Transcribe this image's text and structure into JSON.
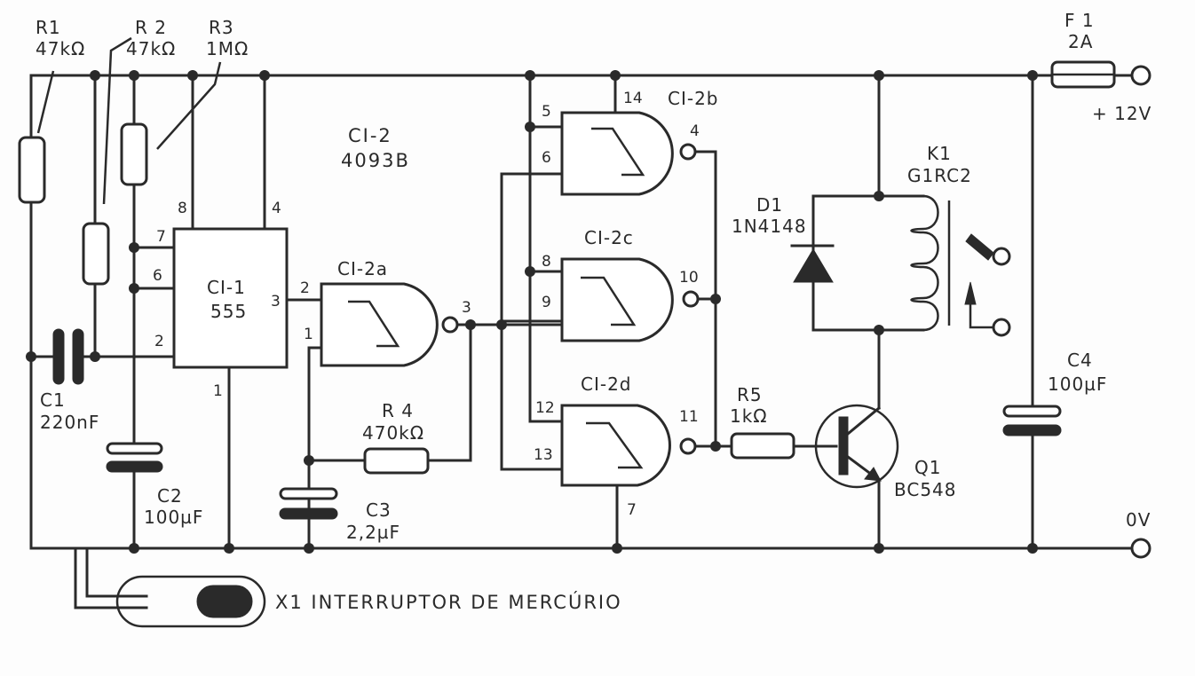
{
  "diagram": {
    "type": "electronic-schematic",
    "ic2_header": {
      "ref": "CI-2",
      "part": "4093B"
    },
    "components": {
      "R1": {
        "ref": "R1",
        "value": "47kΩ"
      },
      "R2": {
        "ref": "R 2",
        "value": "47kΩ"
      },
      "R3": {
        "ref": "R3",
        "value": "1MΩ"
      },
      "R4": {
        "ref": "R 4",
        "value": "470kΩ"
      },
      "R5": {
        "ref": "R5",
        "value": "1kΩ"
      },
      "C1": {
        "ref": "C1",
        "value": "220nF"
      },
      "C2": {
        "ref": "C2",
        "value": "100µF"
      },
      "C3": {
        "ref": "C3",
        "value": "2,2µF"
      },
      "C4": {
        "ref": "C4",
        "value": "100µF"
      },
      "CI1": {
        "ref": "CI-1",
        "part": "555"
      },
      "CI2a": {
        "ref": "CI-2a"
      },
      "CI2b": {
        "ref": "CI-2b"
      },
      "CI2c": {
        "ref": "CI-2c"
      },
      "CI2d": {
        "ref": "CI-2d"
      },
      "D1": {
        "ref": "D1",
        "part": "1N4148"
      },
      "K1": {
        "ref": "K1",
        "part": "G1RC2"
      },
      "Q1": {
        "ref": "Q1",
        "part": "BC548"
      },
      "F1": {
        "ref": "F 1",
        "value": "2A"
      },
      "X1": {
        "label": "X1  INTERRUPTOR DE  MERCÚRIO"
      }
    },
    "pins": {
      "ci1": {
        "p8": "8",
        "p4": "4",
        "p7": "7",
        "p6": "6",
        "p2": "2",
        "p3": "3",
        "p1": "1"
      },
      "ci2a": {
        "in1": "2",
        "in2": "1",
        "out": "3"
      },
      "ci2b": {
        "in1": "5",
        "in2": "6",
        "out": "4",
        "vdd": "14"
      },
      "ci2c": {
        "in1": "8",
        "in2": "9",
        "out": "10"
      },
      "ci2d": {
        "in1": "12",
        "in2": "13",
        "out": "11",
        "vss": "7"
      }
    },
    "terminals": {
      "positive": "+ 12V",
      "ground": "0V"
    }
  }
}
